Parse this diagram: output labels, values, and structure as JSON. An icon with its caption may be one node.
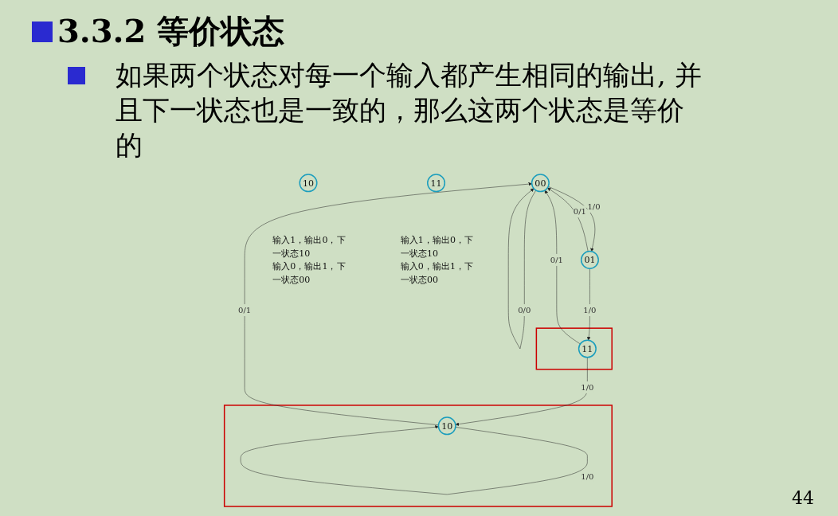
{
  "diagram": {
    "title": "3.3.2 等价状态",
    "nodes": [
      {
        "text": [
          "00"
        ]
      },
      {
        "text": [
          "01"
        ]
      },
      {
        "text": [],
        "shape": "box"
      },
      {
        "text": [
          "10"
        ],
        "in": 2
      },
      {
        "text": [],
        "shape": "box"
      },
      {
        "text": [
          "11"
        ],
        "in": 4
      },
      {
        "text": [
          "10"
        ],
        "beside": [
          "输入1，输出0，下一状态10",
          "输入0，输出1，下一状态00"
        ]
      },
      {
        "text": [
          "11"
        ],
        "beside": [
          "输入1，输出0，下一状态10",
          "输入0，输出1，下一状态00"
        ]
      }
    ],
    "edges": [
      {
        "from": 0,
        "to": 0,
        "label": "0/0",
        "arrow": "to"
      },
      {
        "from": 0,
        "to": 1,
        "label": "1/0",
        "arrow": "to"
      },
      {
        "from": 1,
        "to": 0,
        "label": "0/1",
        "arrow": "to"
      },
      {
        "from": 1,
        "to": 5,
        "label": "1/0",
        "arrow": "to"
      },
      {
        "from": 5,
        "to": 0,
        "label": "0/1",
        "arrow": "to"
      },
      {
        "from": 5,
        "to": 3,
        "label": "1/0",
        "arrow": "to"
      },
      {
        "from": 3,
        "to": 0,
        "label": "0/1",
        "arrow": "to"
      },
      {
        "from": 3,
        "to": 3,
        "label": "1/0",
        "arrow": "to"
      }
    ],
    "labels": [
      "如果两个状态对每一个输入都产生相同的输出, 并且下一状态也是一致的，那么这两个状态是等价的",
      "44"
    ]
  }
}
